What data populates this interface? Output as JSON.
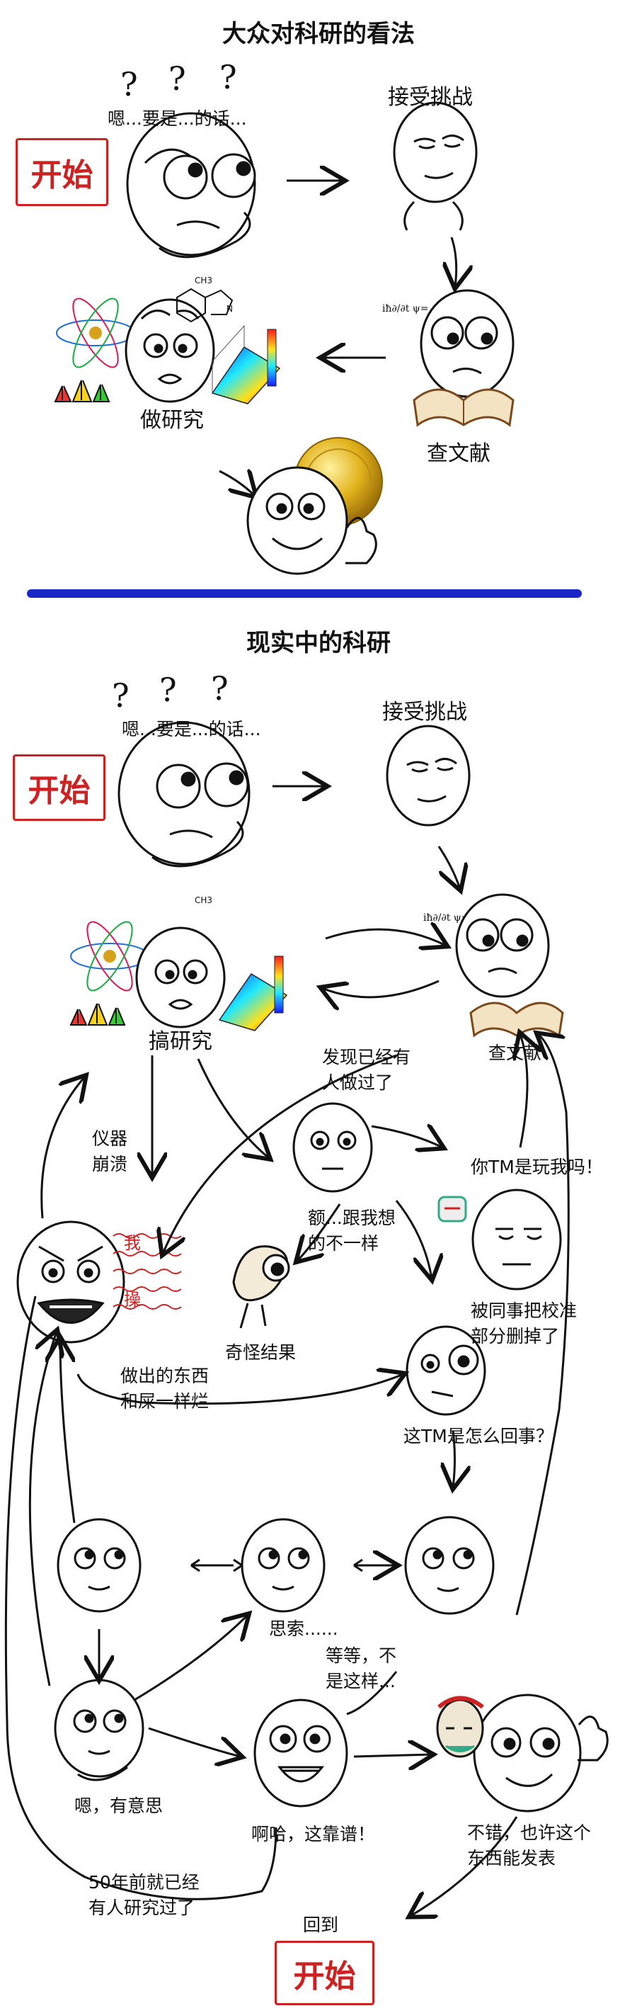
{
  "top": {
    "title": "大众对科研的看法",
    "thought": "嗯...要是...的话...",
    "start": "开始",
    "challenge": "接受挑战",
    "literature": "查文献",
    "research": "做研究"
  },
  "bottom": {
    "title": "现实中的科研",
    "thought": "嗯...要是...的话...",
    "start": "开始",
    "challenge": "接受挑战",
    "literature": "查文献",
    "research": "搞研究",
    "found_done": "发现已经有\n人做过了",
    "instrument": "仪器\n崩溃",
    "you_kidding": "你TM是玩我吗！",
    "calibration": "被同事把校准\n部分删掉了",
    "different": "额...跟我想\n的不一样",
    "wo": "我",
    "cao": "操",
    "weird": "奇怪结果",
    "like_poop": "做出的东西\n和屎一样烂",
    "what_happened": "这TM是怎么回事？",
    "thinking": "思索......",
    "wait": "等等，不\n是这样...",
    "interesting": "嗯，有意思",
    "reliable": "啊哈，这靠谱！",
    "publishable": "不错，也许这个\n东西能发表",
    "fifty_years": "50年前就已经\n有人研究过了",
    "back_to": "回到",
    "start_end": "开始"
  },
  "colors": {
    "divider": "#1a26c8",
    "start_red": "#cc2222",
    "medal_gold": "#e2b21c"
  }
}
